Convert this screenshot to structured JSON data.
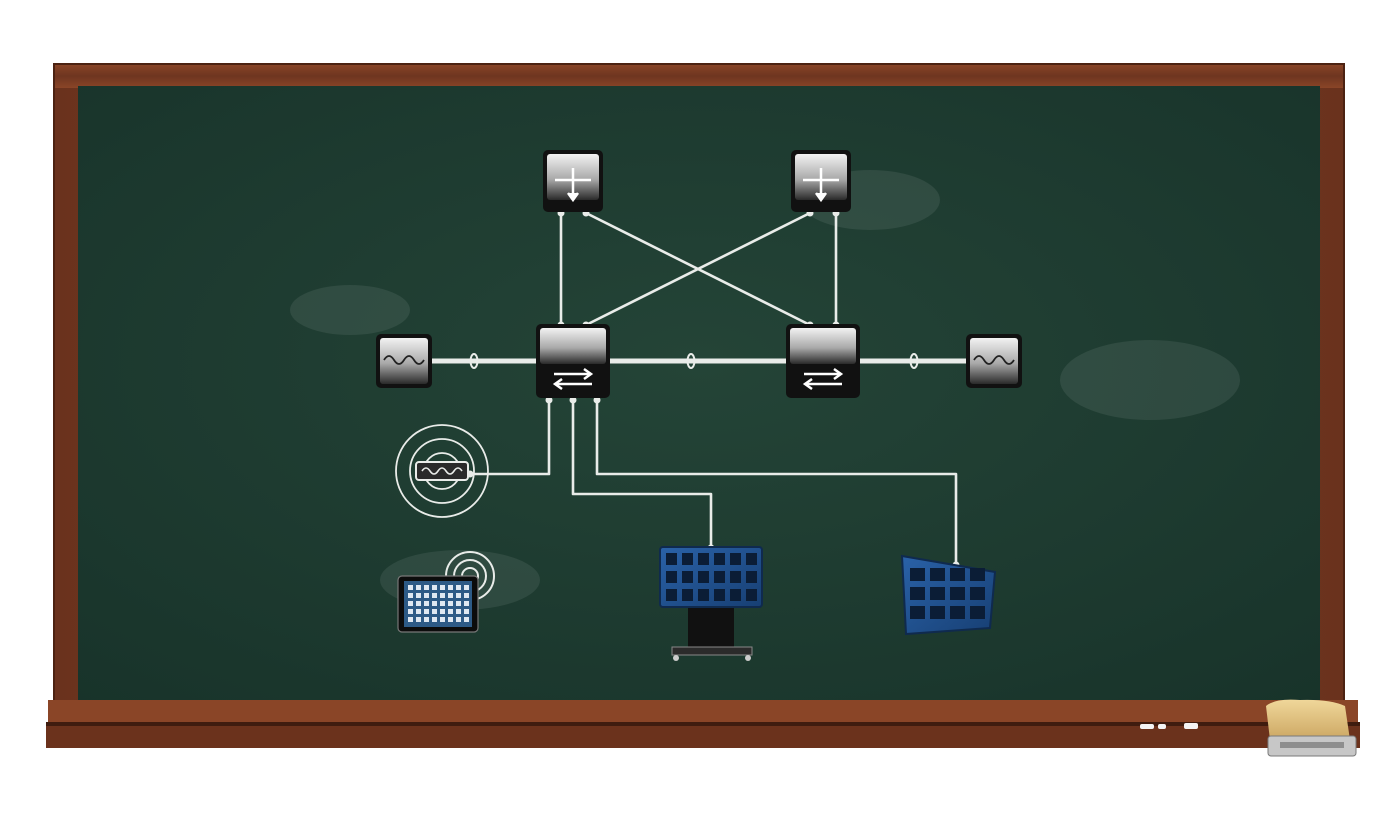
{
  "colors": {
    "board": "#1f3b30",
    "frame": "#7a3a22",
    "chalk": "#e9ece9",
    "screen_blue": "#1e4f8f"
  },
  "nodes": [
    {
      "id": "router-top-left",
      "kind": "router",
      "icon": "router-icon"
    },
    {
      "id": "router-top-right",
      "kind": "router",
      "icon": "router-icon"
    },
    {
      "id": "switch-left",
      "kind": "switch",
      "icon": "switch-icon"
    },
    {
      "id": "switch-right",
      "kind": "switch",
      "icon": "switch-icon"
    },
    {
      "id": "endpoint-left",
      "kind": "audio-endpoint",
      "icon": "waveform-icon"
    },
    {
      "id": "endpoint-right",
      "kind": "audio-endpoint",
      "icon": "waveform-icon"
    },
    {
      "id": "wireless-access-point",
      "kind": "wireless-endpoint",
      "icon": "wireless-waveform-icon"
    },
    {
      "id": "tablet",
      "kind": "tablet",
      "icon": "tablet-icon"
    },
    {
      "id": "control-console",
      "kind": "console",
      "icon": "control-console-icon"
    },
    {
      "id": "control-panel",
      "kind": "panel",
      "icon": "control-panel-icon"
    }
  ],
  "links": [
    {
      "from": "router-top-left",
      "to": "switch-left"
    },
    {
      "from": "router-top-left",
      "to": "switch-right"
    },
    {
      "from": "router-top-right",
      "to": "switch-left"
    },
    {
      "from": "router-top-right",
      "to": "switch-right"
    },
    {
      "from": "endpoint-left",
      "to": "switch-left"
    },
    {
      "from": "switch-left",
      "to": "switch-right"
    },
    {
      "from": "switch-right",
      "to": "endpoint-right"
    },
    {
      "from": "switch-left",
      "to": "wireless-access-point"
    },
    {
      "from": "switch-left",
      "to": "control-console"
    },
    {
      "from": "switch-left",
      "to": "control-panel"
    }
  ]
}
